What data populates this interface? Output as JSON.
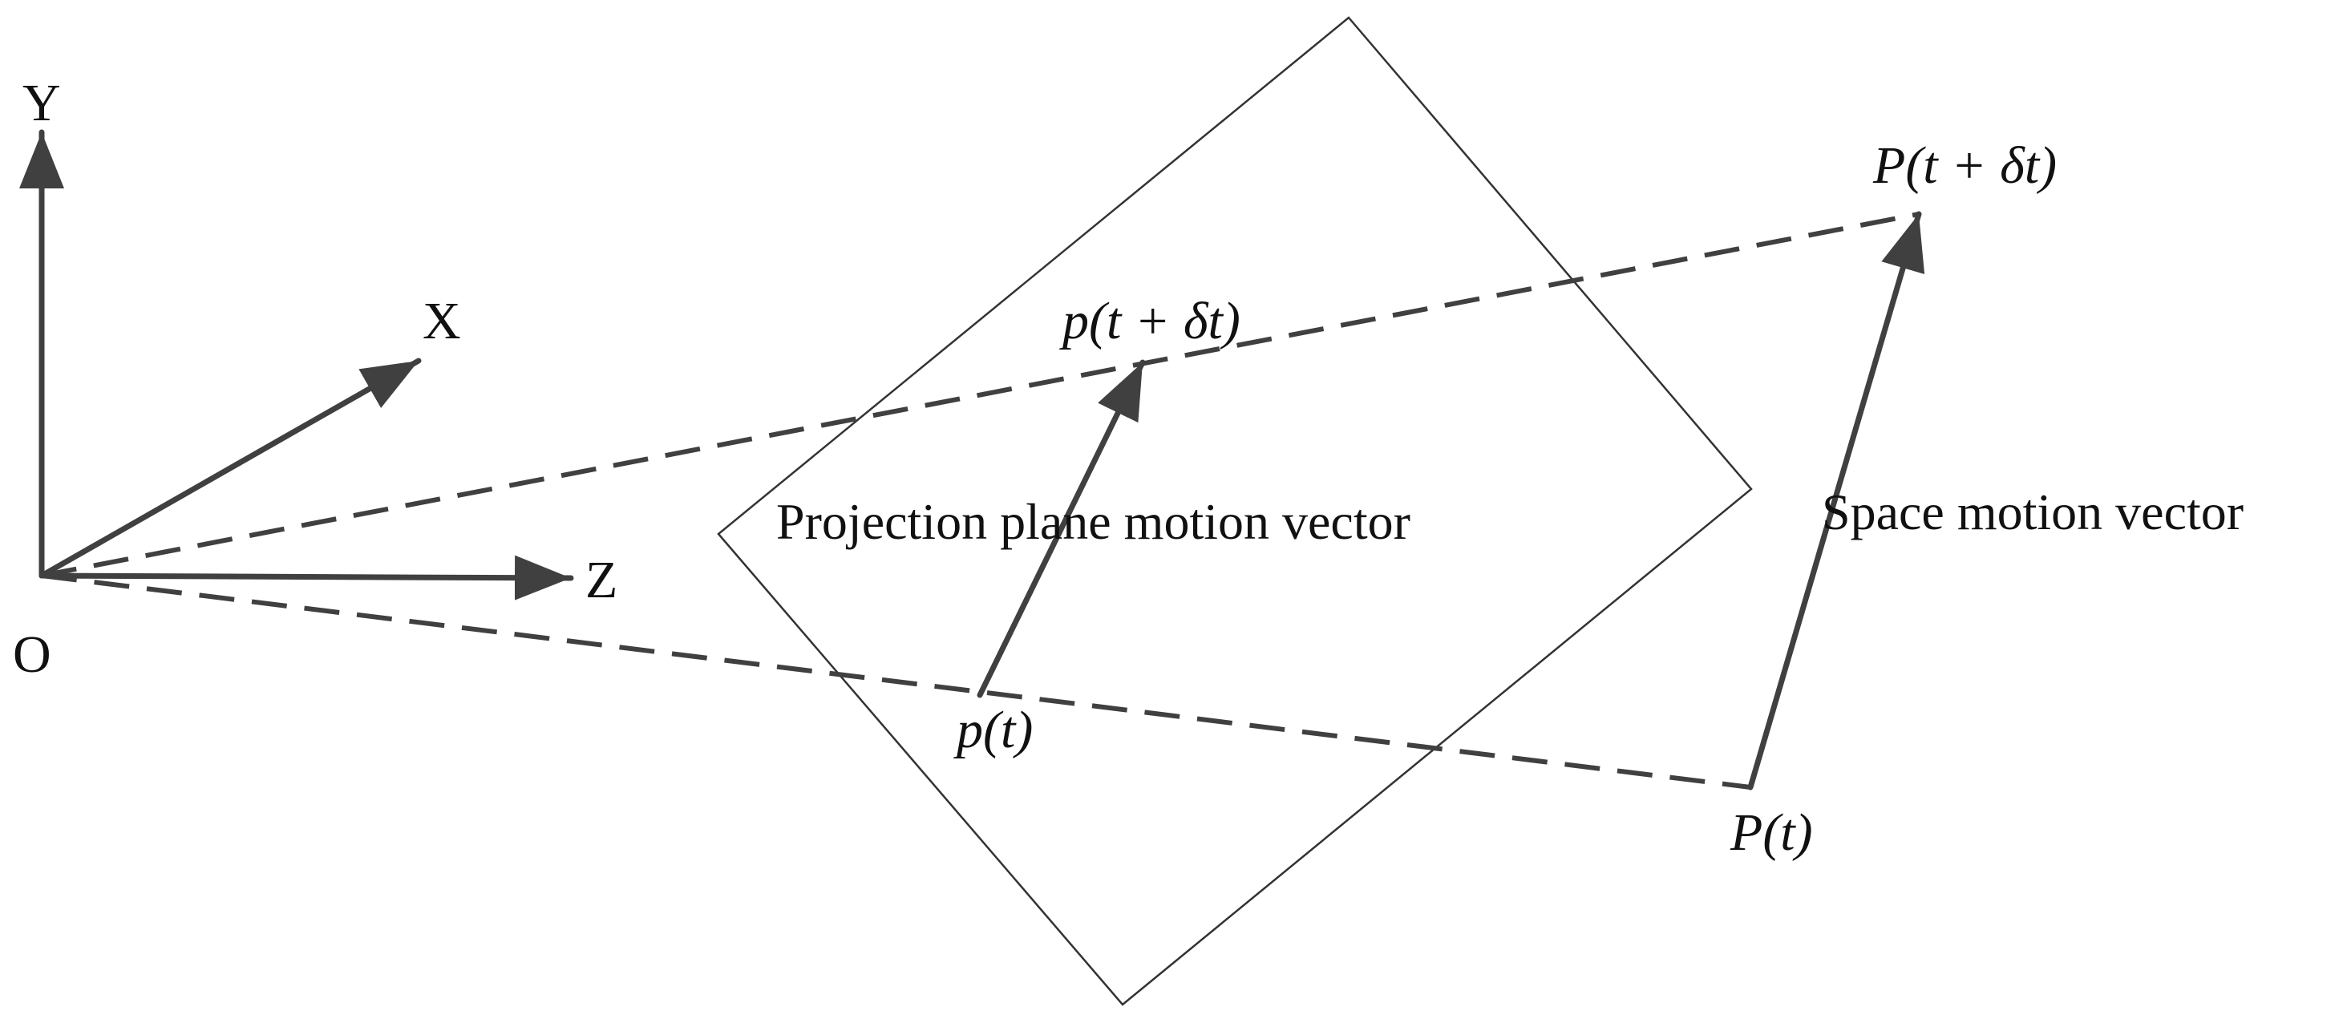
{
  "axes": {
    "x_label": "X",
    "y_label": "Y",
    "z_label": "Z",
    "origin_label": "O"
  },
  "points": {
    "projection_start": "p(t)",
    "projection_end": "p(t + δt)",
    "space_start": "P(t)",
    "space_end": "P(t + δt)"
  },
  "captions": {
    "projection_vector": "Projection plane motion vector",
    "space_vector": "Space motion vector"
  },
  "colors": {
    "stroke": "#404040",
    "plane": "#333333",
    "text": "#111111"
  }
}
